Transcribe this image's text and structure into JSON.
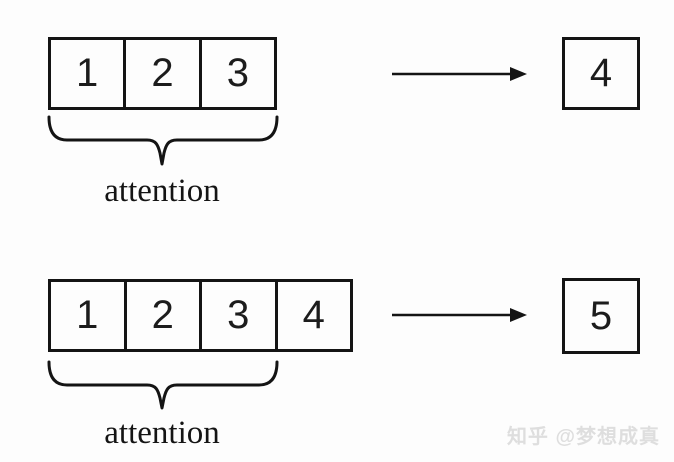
{
  "page": {
    "background": "#fdfdfd",
    "ink": "#141414"
  },
  "rows": [
    {
      "cells": [
        "1",
        "2",
        "3"
      ],
      "target": "4",
      "brace_label": "attention"
    },
    {
      "cells": [
        "1",
        "2",
        "3",
        "4"
      ],
      "target": "5",
      "brace_label": "attention"
    }
  ],
  "watermark": {
    "text": "知乎 @梦想成真",
    "color": "#dedede"
  }
}
